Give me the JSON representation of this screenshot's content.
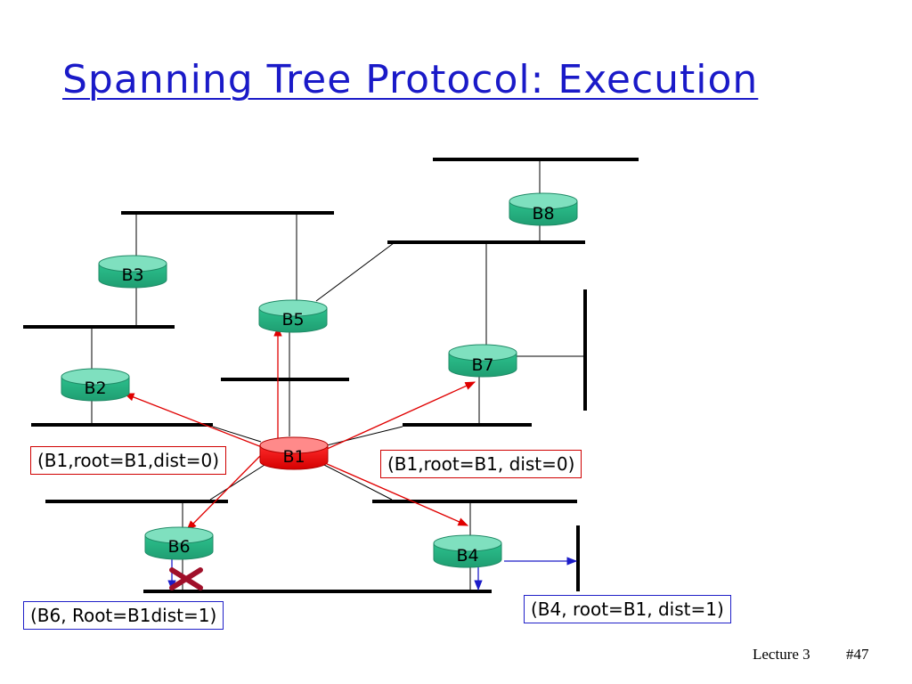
{
  "slide": {
    "title": "Spanning Tree Protocol: Execution",
    "footer": {
      "lecture": "Lecture 3",
      "page": "#47"
    }
  },
  "colors": {
    "title": "#1a1ac8",
    "bridge": "#33cc99",
    "root_bridge": "#ff3333",
    "message_arrow_red": "#e00000",
    "message_arrow_blue": "#1c1cc8",
    "blocked_mark": "#a0102a"
  },
  "bridges": [
    {
      "id": "B1",
      "label": "B1",
      "root": true
    },
    {
      "id": "B2",
      "label": "B2"
    },
    {
      "id": "B3",
      "label": "B3"
    },
    {
      "id": "B4",
      "label": "B4"
    },
    {
      "id": "B5",
      "label": "B5"
    },
    {
      "id": "B6",
      "label": "B6"
    },
    {
      "id": "B7",
      "label": "B7"
    },
    {
      "id": "B8",
      "label": "B8"
    }
  ],
  "messages": [
    {
      "id": "b1-left",
      "text": "(B1,root=B1,dist=0)",
      "color": "red"
    },
    {
      "id": "b1-right",
      "text": "(B1,root=B1, dist=0)",
      "color": "red"
    },
    {
      "id": "b6",
      "text": "(B6, Root=B1dist=1)",
      "color": "blue"
    },
    {
      "id": "b4",
      "text": "(B4, root=B1, dist=1)",
      "color": "blue"
    }
  ],
  "blocked_port_icon": "x-mark-icon"
}
